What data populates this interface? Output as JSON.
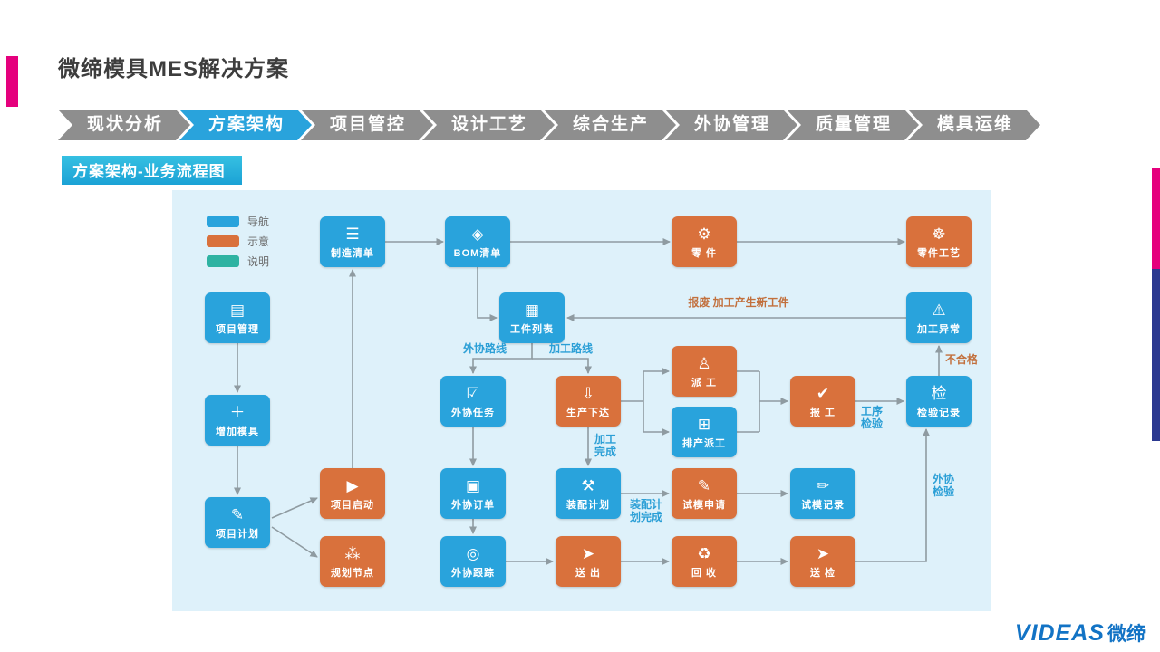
{
  "page": {
    "title": "微缔模具MES解决方案",
    "subtitle": "方案架构-业务流程图"
  },
  "tabs": [
    {
      "label": "现状分析"
    },
    {
      "label": "方案架构"
    },
    {
      "label": "项目管控"
    },
    {
      "label": "设计工艺"
    },
    {
      "label": "综合生产"
    },
    {
      "label": "外协管理"
    },
    {
      "label": "质量管理"
    },
    {
      "label": "模具运维"
    }
  ],
  "active_tab": "方案架构",
  "legend": {
    "items": [
      {
        "label": "导航",
        "color": "#29a3dc"
      },
      {
        "label": "示意",
        "color": "#d9713c"
      },
      {
        "label": "说明",
        "color": "#2eb3a2"
      }
    ]
  },
  "flowchart": {
    "nodes": [
      {
        "label": "制造清单",
        "type": "nav",
        "icon": "list-icon",
        "glyph": "☰"
      },
      {
        "label": "BOM清单",
        "type": "nav",
        "icon": "bom-icon",
        "glyph": "◈"
      },
      {
        "label": "零 件",
        "type": "demo",
        "icon": "part-icon",
        "glyph": "⚙"
      },
      {
        "label": "零件工艺",
        "type": "demo",
        "icon": "part-process-icon",
        "glyph": "☸"
      },
      {
        "label": "项目管理",
        "type": "nav",
        "icon": "layers-icon",
        "glyph": "▤"
      },
      {
        "label": "工件列表",
        "type": "nav",
        "icon": "grid-icon",
        "glyph": "▦"
      },
      {
        "label": "加工异常",
        "type": "nav",
        "icon": "alert-icon",
        "glyph": "⚠"
      },
      {
        "label": "外协任务",
        "type": "nav",
        "icon": "task-check-icon",
        "glyph": "☑"
      },
      {
        "label": "生产下达",
        "type": "demo",
        "icon": "dispatch-down-icon",
        "glyph": "⇩"
      },
      {
        "label": "派 工",
        "type": "demo",
        "icon": "person-icon",
        "glyph": "♙"
      },
      {
        "label": "排产派工",
        "type": "nav",
        "icon": "calendar-icon",
        "glyph": "⊞"
      },
      {
        "label": "报 工",
        "type": "demo",
        "icon": "report-check-icon",
        "glyph": "✔"
      },
      {
        "label": "检验记录",
        "type": "nav",
        "icon": "inspect-badge-icon",
        "glyph": "检"
      },
      {
        "label": "增加模具",
        "type": "nav",
        "icon": "plus-icon",
        "glyph": "＋"
      },
      {
        "label": "项目启动",
        "type": "demo",
        "icon": "play-icon",
        "glyph": "▶"
      },
      {
        "label": "外协订单",
        "type": "nav",
        "icon": "order-list-icon",
        "glyph": "▣"
      },
      {
        "label": "装配计划",
        "type": "nav",
        "icon": "assembly-icon",
        "glyph": "⚒"
      },
      {
        "label": "试模申请",
        "type": "demo",
        "icon": "pencil-form-icon",
        "glyph": "✎"
      },
      {
        "label": "试模记录",
        "type": "nav",
        "icon": "record-icon",
        "glyph": "✏"
      },
      {
        "label": "项目计划",
        "type": "nav",
        "icon": "plan-edit-icon",
        "glyph": "✎"
      },
      {
        "label": "规划节点",
        "type": "demo",
        "icon": "network-nodes-icon",
        "glyph": "⁂"
      },
      {
        "label": "外协跟踪",
        "type": "nav",
        "icon": "location-icon",
        "glyph": "◎"
      },
      {
        "label": "送 出",
        "type": "demo",
        "icon": "send-icon",
        "glyph": "➤"
      },
      {
        "label": "回 收",
        "type": "demo",
        "icon": "recycle-icon",
        "glyph": "♻"
      },
      {
        "label": "送 检",
        "type": "demo",
        "icon": "send-inspect-icon",
        "glyph": "➤"
      }
    ],
    "edge_labels": [
      {
        "text": "报废 加工产生新工件"
      },
      {
        "text": "外协路线"
      },
      {
        "text": "加工路线"
      },
      {
        "text": "加工\n完成"
      },
      {
        "text": "不合格"
      },
      {
        "text": "工序\n检验"
      },
      {
        "text": "外协\n检验"
      },
      {
        "text": "装配计\n划完成"
      }
    ]
  },
  "footer": {
    "brand": "VIDEAS",
    "brand_cn": "微缔"
  },
  "colors": {
    "nav": "#29a3dc",
    "demo": "#d9713c",
    "note": "#2eb3a2",
    "tab_active": "#29a3dc",
    "tab_inactive": "#8e8e8e",
    "panel_bg": "#def1fa",
    "accent_magenta": "#e5007d",
    "accent_blue": "#2b3990",
    "edge": "#8f9ba1"
  }
}
